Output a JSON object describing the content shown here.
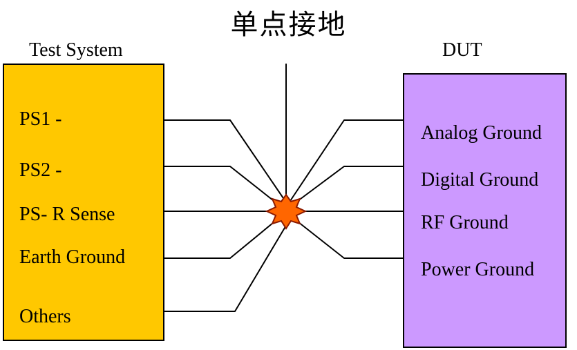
{
  "diagram": {
    "title": "单点接地",
    "left_system": {
      "title": "Test System",
      "fill": "#FFC800",
      "labels": [
        "PS1 -",
        "PS2 -",
        "PS- R Sense",
        "Earth Ground",
        "Others"
      ]
    },
    "right_system": {
      "title": "DUT",
      "fill": "#CC99FF",
      "labels": [
        "Analog Ground",
        "Digital Ground",
        "RF Ground",
        "Power Ground"
      ]
    },
    "ground_point": {
      "icon": "starburst-ground-icon",
      "fill": "#FF6600",
      "stroke": "#8B1A00"
    }
  }
}
